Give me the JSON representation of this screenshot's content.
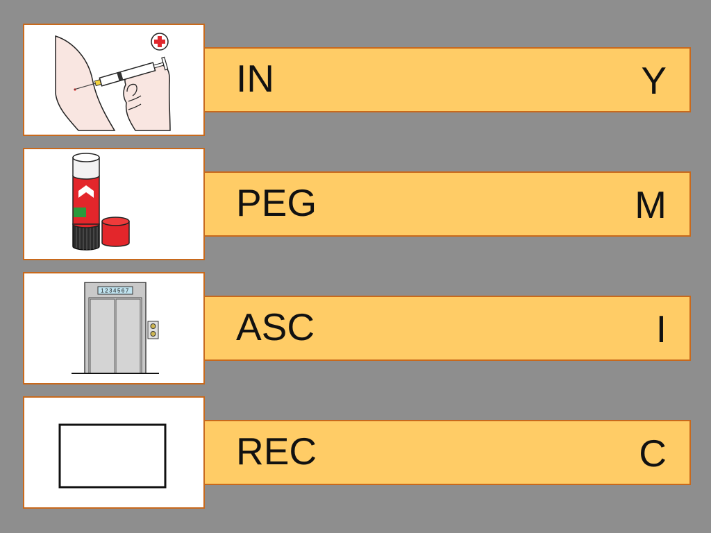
{
  "colors": {
    "background": "#8e8e8e",
    "bar_fill": "#ffcc66",
    "border": "#c8691c"
  },
  "rows": [
    {
      "word": "IN",
      "letter": "Y",
      "picture": "injection-icon"
    },
    {
      "word": "PEG",
      "letter": "M",
      "picture": "glue-stick-icon"
    },
    {
      "word": "ASC",
      "letter": "I",
      "picture": "elevator-icon"
    },
    {
      "word": "REC",
      "letter": "C",
      "picture": "rectangle-icon"
    }
  ],
  "elevator_display": "1234567"
}
